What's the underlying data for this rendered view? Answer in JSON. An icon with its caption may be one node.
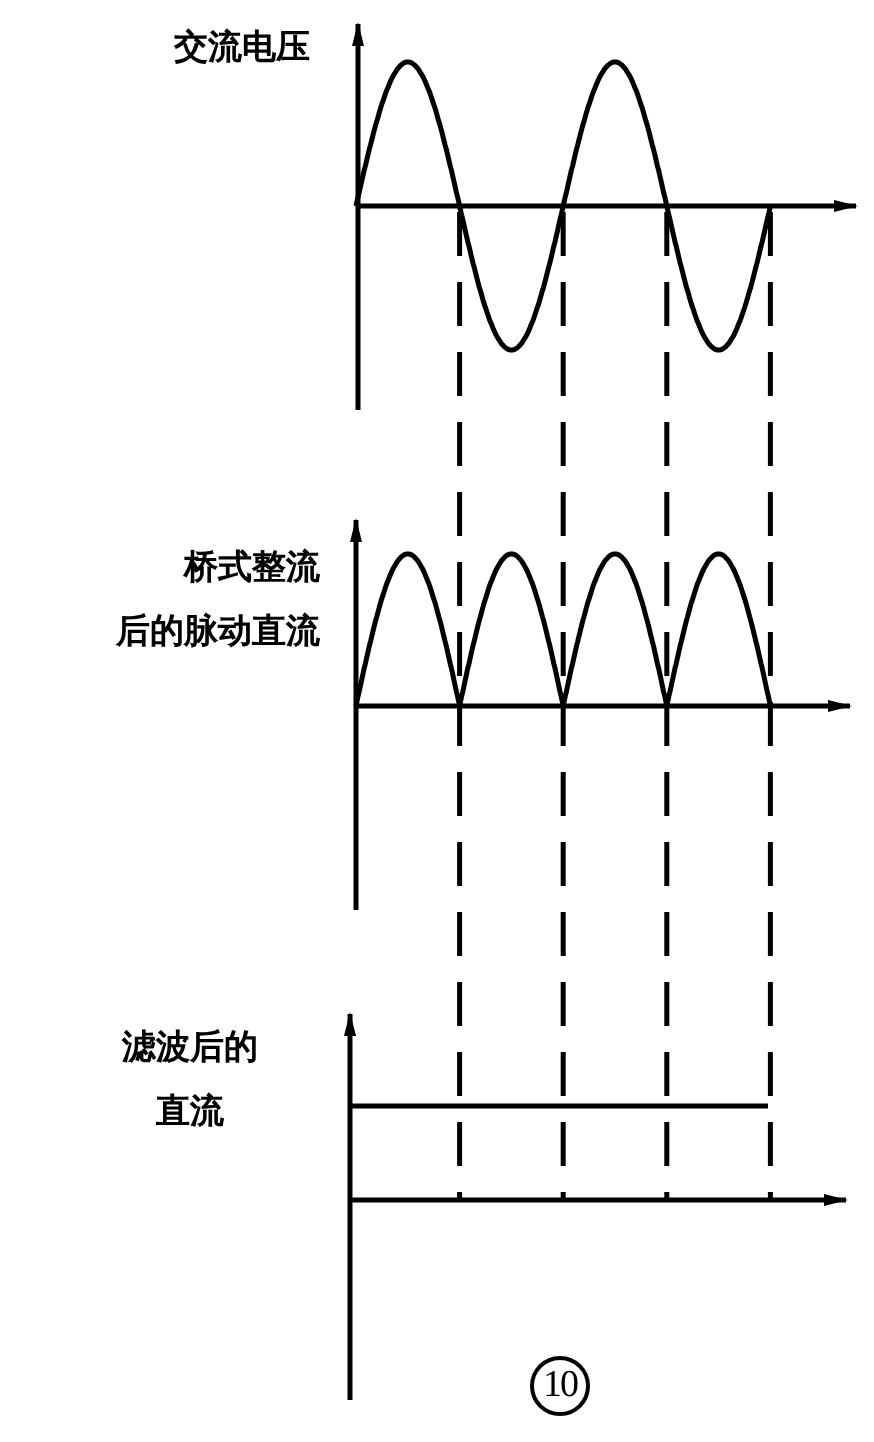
{
  "diagram": {
    "caption": "10",
    "labels": [
      "交流电压",
      "桥式整流后的脉动直流",
      "滤波后的直流"
    ]
  }
}
